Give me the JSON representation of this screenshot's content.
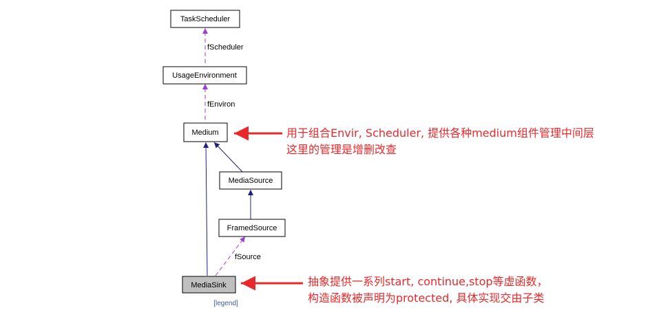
{
  "nodes": {
    "task_scheduler": "TaskScheduler",
    "usage_environment": "UsageEnvironment",
    "medium": "Medium",
    "media_source": "MediaSource",
    "framed_source": "FramedSource",
    "media_sink": "MediaSink"
  },
  "edge_labels": {
    "fscheduler": "fScheduler",
    "fenviron": "fEnviron",
    "fsource": "fSource"
  },
  "legend": "[legend]",
  "notes": {
    "medium_line1": "用于组合Envir, Scheduler, 提供各种medium组件管理中间层",
    "medium_line2": "这里的管理是增删改查",
    "sink_line1": "抽象提供一系列start, continue,stop等虚函数，",
    "sink_line2": "构造函数被声明为protected, 具体实现交由子类"
  },
  "colors": {
    "inheritance_edge": "#1f1f7a",
    "usage_edge": "#9a3fd6",
    "annotation": "#e8292b",
    "selected_node_fill": "#bfbfbf"
  }
}
